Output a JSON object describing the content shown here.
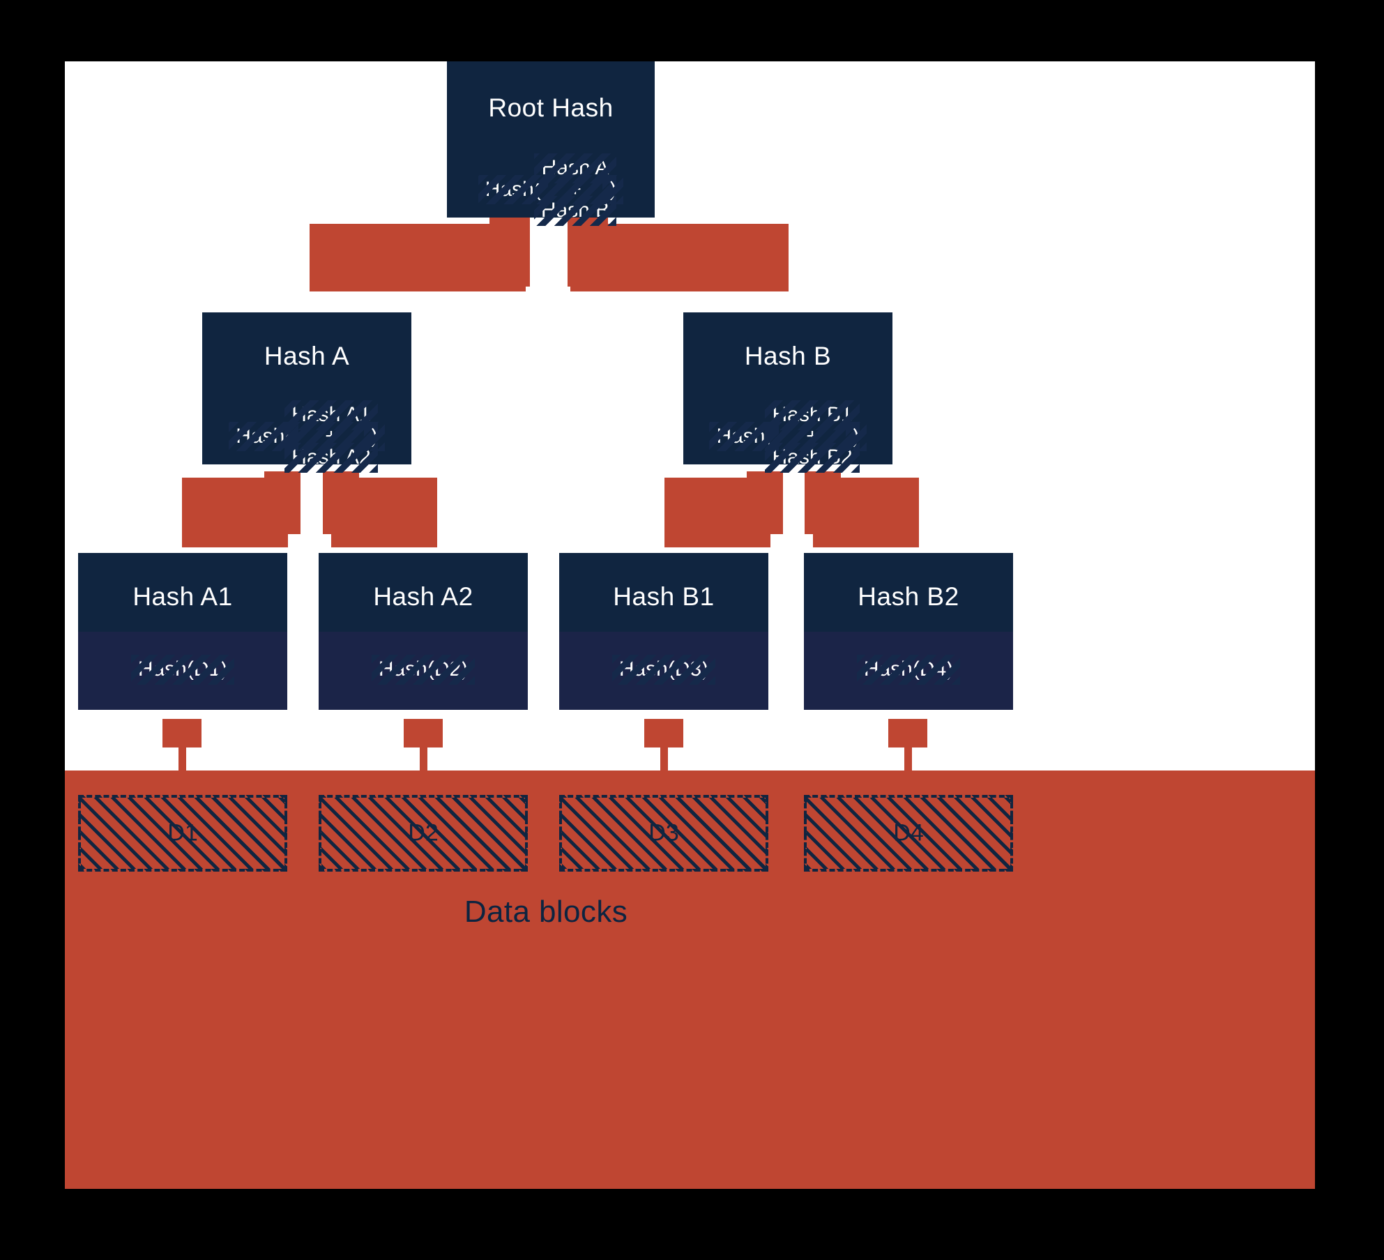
{
  "diagram": {
    "type": "merkle-tree",
    "background": "#ffffff",
    "frame_color": "#000000",
    "node_color": "#102540",
    "accent_color": "#bf4632",
    "nodes": {
      "root": {
        "title": "Root Hash",
        "formula_prefix": "Hash(",
        "formula_line1": "Hash A",
        "formula_operator": "+",
        "formula_line2": "Hash B",
        "formula_suffix": ")",
        "formula_full": "Hash(Hash A + Hash B)"
      },
      "branch_a": {
        "title": "Hash A",
        "formula_prefix": "Hash(",
        "formula_line1": "Hash A1",
        "formula_operator": "+",
        "formula_line2": "Hash A2",
        "formula_suffix": ")",
        "formula_full": "Hash(Hash A1 + Hash A2)"
      },
      "branch_b": {
        "title": "Hash B",
        "formula_prefix": "Hash(",
        "formula_line1": "Hash B1",
        "formula_operator": "+",
        "formula_line2": "Hash B2",
        "formula_suffix": ")",
        "formula_full": "Hash(Hash B1 + Hash B2)"
      },
      "leaves": [
        {
          "title": "Hash A1",
          "formula": "Hash(D1)"
        },
        {
          "title": "Hash A2",
          "formula": "Hash(D2)"
        },
        {
          "title": "Hash B1",
          "formula": "Hash(D3)"
        },
        {
          "title": "Hash B2",
          "formula": "Hash(D4)"
        }
      ]
    },
    "data_band": {
      "label": "Data blocks",
      "blocks": [
        {
          "label": "D1"
        },
        {
          "label": "D2"
        },
        {
          "label": "D3"
        },
        {
          "label": "D4"
        }
      ]
    }
  }
}
